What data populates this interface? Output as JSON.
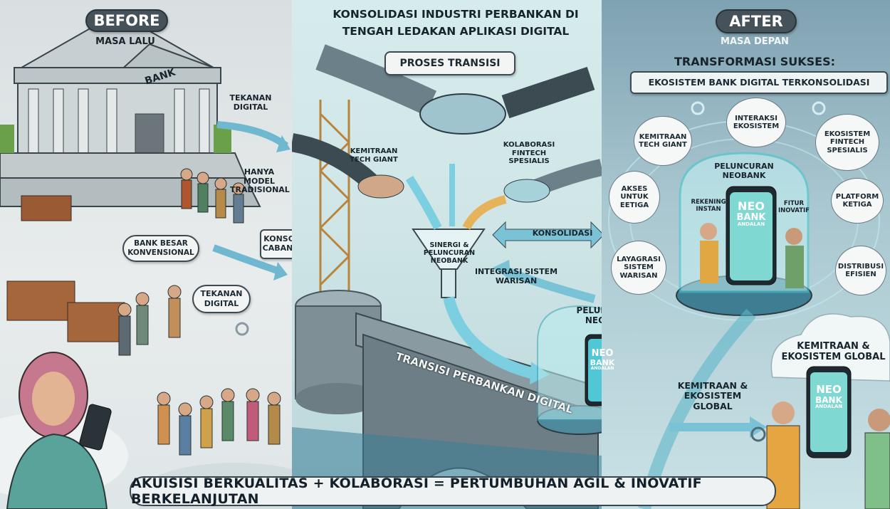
{
  "before": {
    "title": "BEFORE",
    "subtitle": "MASA LALU",
    "bank_sign": "BANK",
    "label_tekanan_digital_1": "TEKANAN DIGITAL",
    "label_hanya_model": "HANYA MODEL TRADISIONAL",
    "label_bank_besar": "BANK BESAR KONVENSIONAL",
    "label_konsolidasi_cabang": "KONSOLIDASI CABANG FISIK",
    "label_tekanan_digital_2": "TEKANAN DIGITAL"
  },
  "transition": {
    "header": "KONSOLIDASI INDUSTRI PERBANKAN DI TENGAH LEDAKAN APLIKASI DIGITAL",
    "badge": "PROSES TRANSISI",
    "label_kemitraan_tech": "KEMITRAAN TECH GIANT",
    "label_kolaborasi_fintech": "KOLABORASI FINTECH SPESIALIS",
    "label_sinergi": "SINERGI & PELUNCURAN NEOBANK",
    "label_konsolidasi": "KONSOLIDASI",
    "label_integrasi": "INTEGRASI SISTEM WARISAN",
    "bridge_text": "TRANSISI PERBANKAN DIGITAL",
    "dome_label": "PELUNCURAN NEOBANK"
  },
  "after": {
    "title": "AFTER",
    "subtitle": "MASA DEPAN",
    "headline_1": "TRANSFORMASI SUKSES:",
    "headline_2": "EKOSISTEM BANK DIGITAL TERKONSOLIDASI",
    "bubble_kemitraan_tech": "KEMITRAAN TECH GIANT",
    "bubble_interaksi": "INTERAKSI EKOSISTEM",
    "bubble_ekosistem_fintech": "EKOSISTEM FINTECH SPESIALIS",
    "bubble_akses": "AKSES UNTUK EETIGA",
    "bubble_platform": "PLATFORM KETIGA",
    "bubble_layanan": "LAYAGRASI SISTEM WARISAN",
    "bubble_distribusi": "DISTRIBUSI EFISIEN",
    "dome_title": "PELUNCURAN NEOBANK",
    "rekening": "REKENING INSTAN",
    "fitur": "FITUR INOVATIF",
    "label_kemitraan_global": "KEMITRAAN & EKOSISTEM GLOBAL",
    "cloud_label": "KEMITRAAN & EKOSISTEM GLOBAL"
  },
  "app": {
    "logo_1": "NEO",
    "logo_2": "BANK",
    "logo_3": "ANDALAN"
  },
  "footer": "AKUISISI BERKUALITAS + KOLABORASI = PERTUMBUHAN AGIL & INOVATIF BERKELANJUTAN",
  "colors": {
    "accent_teal": "#4fc6d6",
    "neon_green": "#3fd6a6",
    "dark_slate": "#46525a"
  }
}
